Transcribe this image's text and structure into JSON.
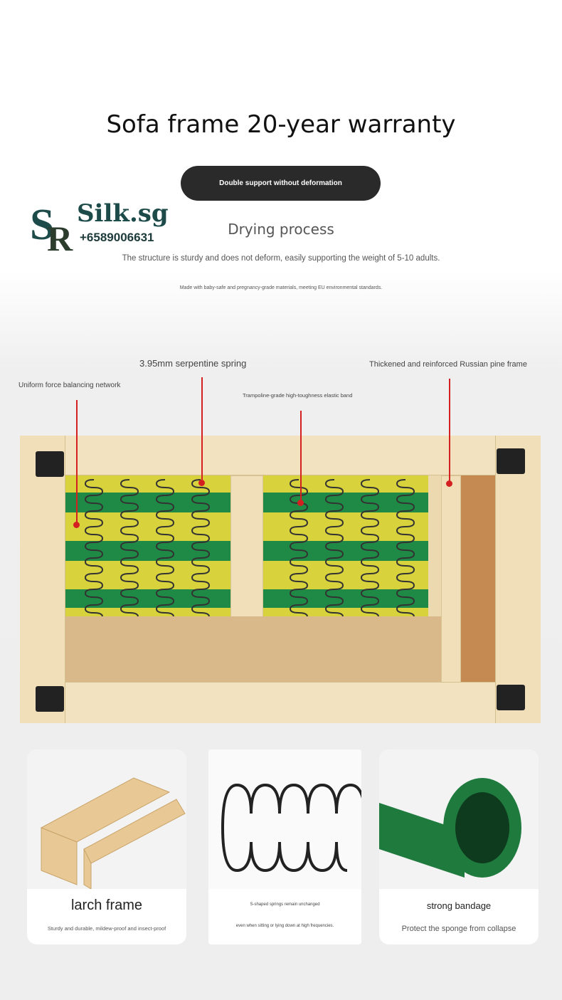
{
  "header": {
    "title": "Sofa frame 20-year warranty",
    "pill": "Double support without deformation",
    "subtitle": "Drying process",
    "description": "The structure is sturdy and does not deform, easily supporting the weight of 5-10 adults.",
    "note": "Made with baby-safe and pregnancy-grade materials, meeting EU environmental standards."
  },
  "logo": {
    "brand": "Silk.sg",
    "phone": "+6589006631"
  },
  "callouts": [
    "Uniform force balancing network",
    "3.95mm serpentine spring",
    "Trampoline-grade high-toughness elastic band",
    "Thickened and reinforced Russian pine frame"
  ],
  "colors": {
    "accent": "#d42020",
    "band": "#1f8a45",
    "pine": "#ecd9b0"
  },
  "cards": [
    {
      "title": "larch frame",
      "text": "Sturdy and durable, mildew-proof and insect-proof"
    },
    {
      "title": "S-shaped springs remain unchanged",
      "text": "even when sitting or lying down at high frequencies."
    },
    {
      "title": "strong bandage",
      "text": "Protect the sponge from collapse"
    }
  ]
}
